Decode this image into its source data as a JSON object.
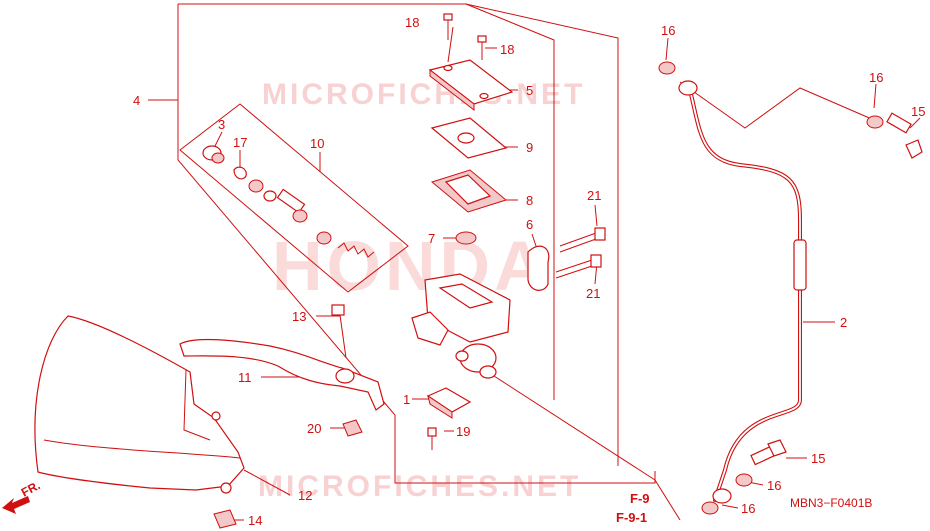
{
  "watermarks": {
    "top": "MICROFICHES.NET",
    "bottom": "MICROFICHES.NET",
    "brand": "HONDA"
  },
  "callouts": {
    "c1": "1",
    "c2": "2",
    "c3": "3",
    "c4": "4",
    "c5": "5",
    "c6": "6",
    "c7": "7",
    "c8": "8",
    "c9": "9",
    "c10": "10",
    "c11": "11",
    "c12": "12",
    "c13": "13",
    "c14": "14",
    "c15a": "15",
    "c15b": "15",
    "c16a": "16",
    "c16b": "16",
    "c16c": "16",
    "c16d": "16",
    "c17": "17",
    "c18a": "18",
    "c18b": "18",
    "c19": "19",
    "c20": "20",
    "c21a": "21",
    "c21b": "21"
  },
  "references": {
    "r1": "F-9",
    "r2": "F-9-1"
  },
  "diagram_code": "MBN3−F0401B",
  "direction_label": "FR.",
  "colors": {
    "ink": "#d01010",
    "watermark": "#f8d2d2",
    "part_shade": "#f3c8c8"
  }
}
